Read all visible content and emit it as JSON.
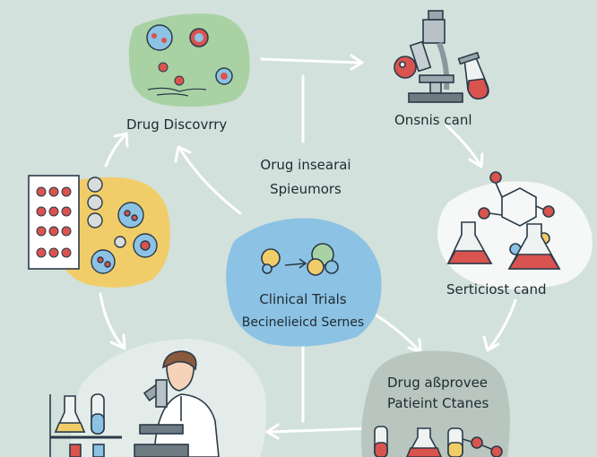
{
  "stages": {
    "discovery": {
      "label": "Drug Discovrry"
    },
    "top_right": {
      "label": "Onsnis canl"
    },
    "right": {
      "label": "Serticiost cand"
    },
    "bottom_right": {
      "line1": "Drug aßprovee",
      "line2": "Patieint Ctanes"
    }
  },
  "center": {
    "upper_line1": "Orug insearai",
    "upper_line2": "Spieumors",
    "hub_line1": "Clinical Trials",
    "hub_line2": "Becinelieicd Sernes"
  },
  "colors": {
    "background": "#d3e1dc",
    "discovery_blob": "#a9d2a4",
    "yellow_blob": "#f1cd6a",
    "hub_blob": "#8cc2e4",
    "white_blob": "#f5f8f6",
    "bottom_left_blob": "#e3ece8",
    "bottom_right_blob": "#b8c6bf",
    "accent_red": "#d9534f",
    "arrow": "#ffffff"
  },
  "icons": [
    "cells-icon",
    "microscope-icon",
    "test-tube-icon",
    "sample-grid-icon",
    "molecule-flask-icon",
    "scientist-icon",
    "lab-glassware-icon",
    "hub-molecule-icon"
  ]
}
